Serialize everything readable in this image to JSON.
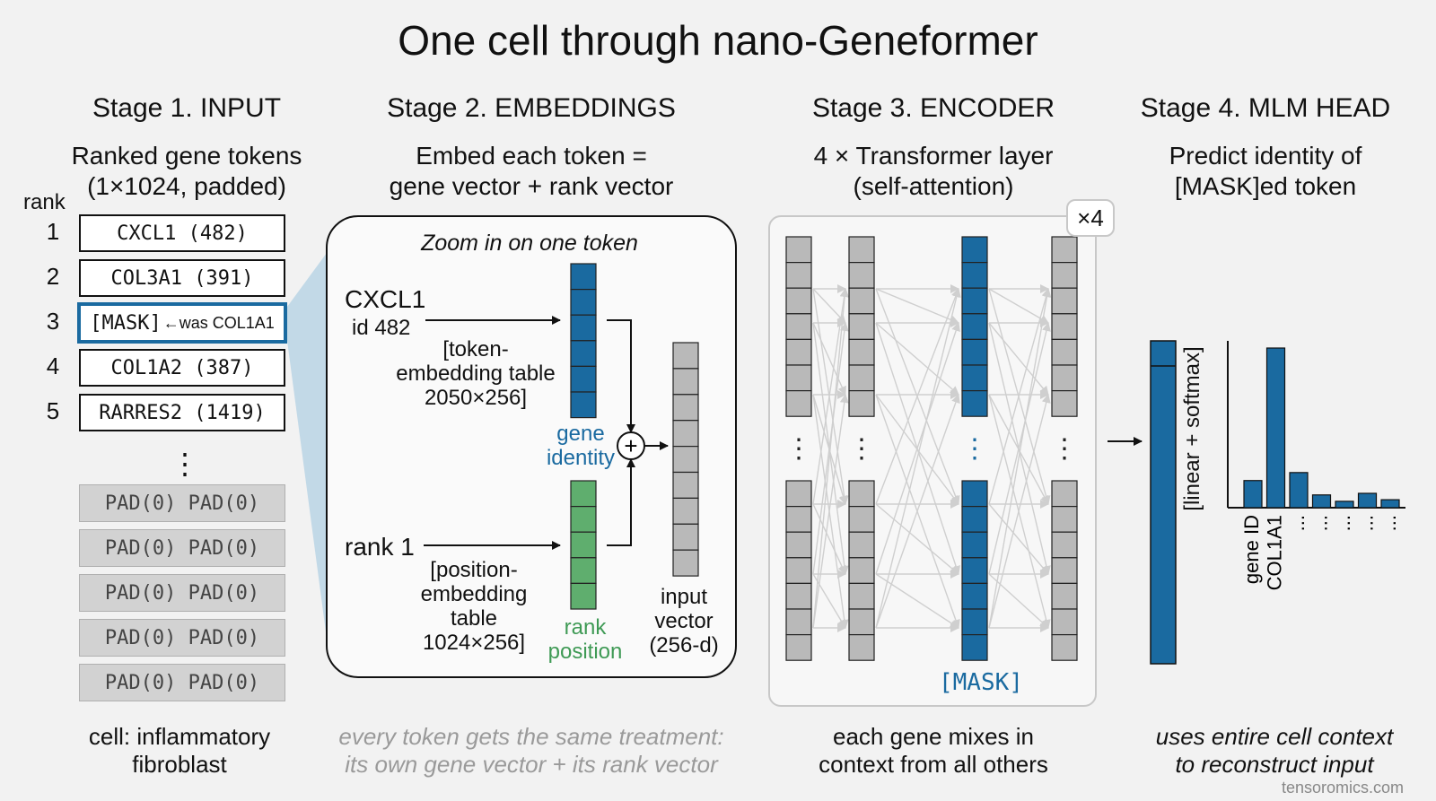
{
  "title": "One cell through nano-Geneformer",
  "stages": [
    {
      "heading": "Stage 1. INPUT",
      "sub1": "Ranked gene tokens",
      "sub2": "(1×1024, padded)",
      "foot1": "cell: inflammatory",
      "foot2": "fibroblast"
    },
    {
      "heading": "Stage 2. EMBEDDINGS",
      "sub1": "Embed each token =",
      "sub2": "gene vector + rank vector",
      "foot1": "every token gets the same treatment:",
      "foot2": "its own gene vector + its rank vector"
    },
    {
      "heading": "Stage 3. ENCODER",
      "sub1": "4 × Transformer layer",
      "sub2": "(self-attention)",
      "foot1": "each gene mixes in",
      "foot2": "context from all others"
    },
    {
      "heading": "Stage 4. MLM HEAD",
      "sub1": "Predict identity of",
      "sub2": "[MASK]ed token",
      "foot1": "uses entire cell context",
      "foot2": "to reconstruct input"
    }
  ],
  "input": {
    "rank_label": "rank",
    "tokens": [
      {
        "rank": "1",
        "text": "CXCL1 (482)"
      },
      {
        "rank": "2",
        "text": "COL3A1 (391)"
      },
      {
        "rank": "3",
        "text": "[MASK]",
        "note": "←was COL1A1"
      },
      {
        "rank": "4",
        "text": "COL1A2 (387)"
      },
      {
        "rank": "5",
        "text": "RARRES2 (1419)"
      }
    ],
    "ellipsis": "⋮",
    "pads": [
      "PAD(0) PAD(0)",
      "PAD(0) PAD(0)",
      "PAD(0) PAD(0)",
      "PAD(0) PAD(0)",
      "PAD(0) PAD(0)"
    ]
  },
  "zoom": {
    "title": "Zoom in on one token",
    "gene_name": "CXCL1",
    "gene_id": "id 482",
    "token_table_l1": "[token-",
    "token_table_l2": "embedding table",
    "token_table_l3": "2050×256]",
    "rank_name": "rank 1",
    "pos_table_l1": "[position-",
    "pos_table_l2": "embedding",
    "pos_table_l3": "table",
    "pos_table_l4": "1024×256]",
    "gene_vec_l1": "gene",
    "gene_vec_l2": "identity",
    "rank_vec_l1": "rank",
    "rank_vec_l2": "position",
    "input_vec_l1": "input",
    "input_vec_l2": "vector",
    "input_vec_l3": "(256-d)",
    "plus": "+"
  },
  "encoder": {
    "repeat": "×4",
    "mask_label": "[MASK]",
    "ellipsis": "⋮"
  },
  "head": {
    "axis_label": "[linear + softmax]",
    "bar_labels": [
      "gene ID",
      "COL1A1",
      "...",
      "...",
      "...",
      "...",
      "..."
    ]
  },
  "chart_data": {
    "type": "bar",
    "categories": [
      "gene ID",
      "COL1A1",
      "...",
      "...",
      "...",
      "...",
      "..."
    ],
    "values": [
      0.17,
      1.0,
      0.22,
      0.08,
      0.04,
      0.09,
      0.05
    ],
    "ylim": [
      0,
      1.0
    ],
    "grid": false,
    "legend": "none"
  },
  "colors": {
    "blue": "#1a6aa0",
    "green": "#5fae6e",
    "gray": "#b9b9b9"
  },
  "credit": "tensoromics.com"
}
